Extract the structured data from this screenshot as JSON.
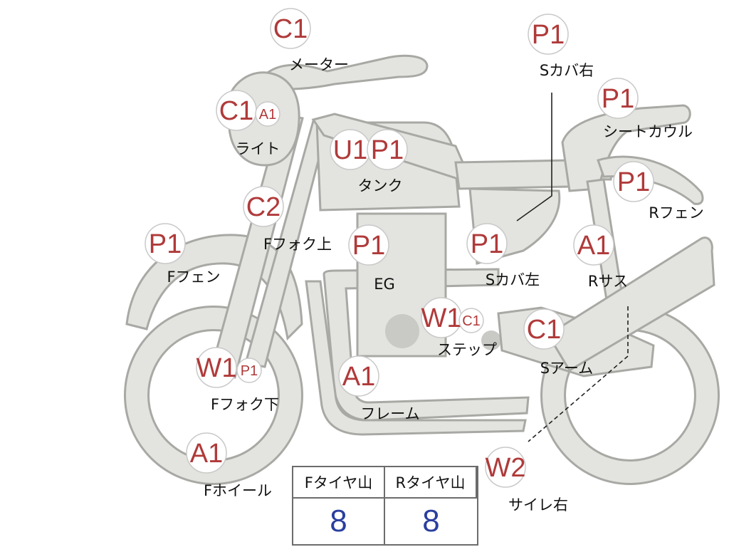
{
  "tags": [
    {
      "id": "meter",
      "codes": [
        {
          "text": "C1"
        }
      ],
      "label": "メーター"
    },
    {
      "id": "light",
      "codes": [
        {
          "text": "C1"
        },
        {
          "text": "A1",
          "small": true
        }
      ],
      "label": "ライト"
    },
    {
      "id": "tank",
      "codes": [
        {
          "text": "U1"
        },
        {
          "text": "P1"
        }
      ],
      "label": "タンク"
    },
    {
      "id": "f-fork-upper",
      "codes": [
        {
          "text": "C2"
        }
      ],
      "label": "Fフォク上"
    },
    {
      "id": "f-fender",
      "codes": [
        {
          "text": "P1"
        }
      ],
      "label": "Fフェン"
    },
    {
      "id": "engine",
      "codes": [
        {
          "text": "P1"
        }
      ],
      "label": "EG"
    },
    {
      "id": "side-cover-left",
      "codes": [
        {
          "text": "P1"
        }
      ],
      "label": "Sカバ左"
    },
    {
      "id": "side-cover-right",
      "codes": [
        {
          "text": "P1"
        }
      ],
      "label": "Sカバ右"
    },
    {
      "id": "seat-cowl",
      "codes": [
        {
          "text": "P1"
        }
      ],
      "label": "シートカウル"
    },
    {
      "id": "r-fender",
      "codes": [
        {
          "text": "P1"
        }
      ],
      "label": "Rフェン"
    },
    {
      "id": "r-suspension",
      "codes": [
        {
          "text": "A1"
        }
      ],
      "label": "Rサス"
    },
    {
      "id": "step",
      "codes": [
        {
          "text": "W1"
        },
        {
          "text": "C1",
          "small": true
        }
      ],
      "label": "ステップ"
    },
    {
      "id": "swing-arm",
      "codes": [
        {
          "text": "C1"
        }
      ],
      "label": "Sアーム"
    },
    {
      "id": "f-fork-lower",
      "codes": [
        {
          "text": "W1"
        },
        {
          "text": "P1",
          "small": true
        }
      ],
      "label": "Fフォク下"
    },
    {
      "id": "frame",
      "codes": [
        {
          "text": "A1"
        }
      ],
      "label": "フレーム"
    },
    {
      "id": "f-wheel",
      "codes": [
        {
          "text": "A1"
        }
      ],
      "label": "Fホイール"
    },
    {
      "id": "silencer-right",
      "codes": [
        {
          "text": "W2"
        }
      ],
      "label": "サイレ右"
    }
  ],
  "tire_tread": {
    "headers": [
      "Fタイヤ山",
      "Rタイヤ山"
    ],
    "values": [
      "8",
      "8"
    ]
  },
  "colors": {
    "code_text": "#b03a3a",
    "tread_value": "#2a3f9e",
    "part_fill": "#e3e3df",
    "part_outline": "#a8a8a4"
  }
}
